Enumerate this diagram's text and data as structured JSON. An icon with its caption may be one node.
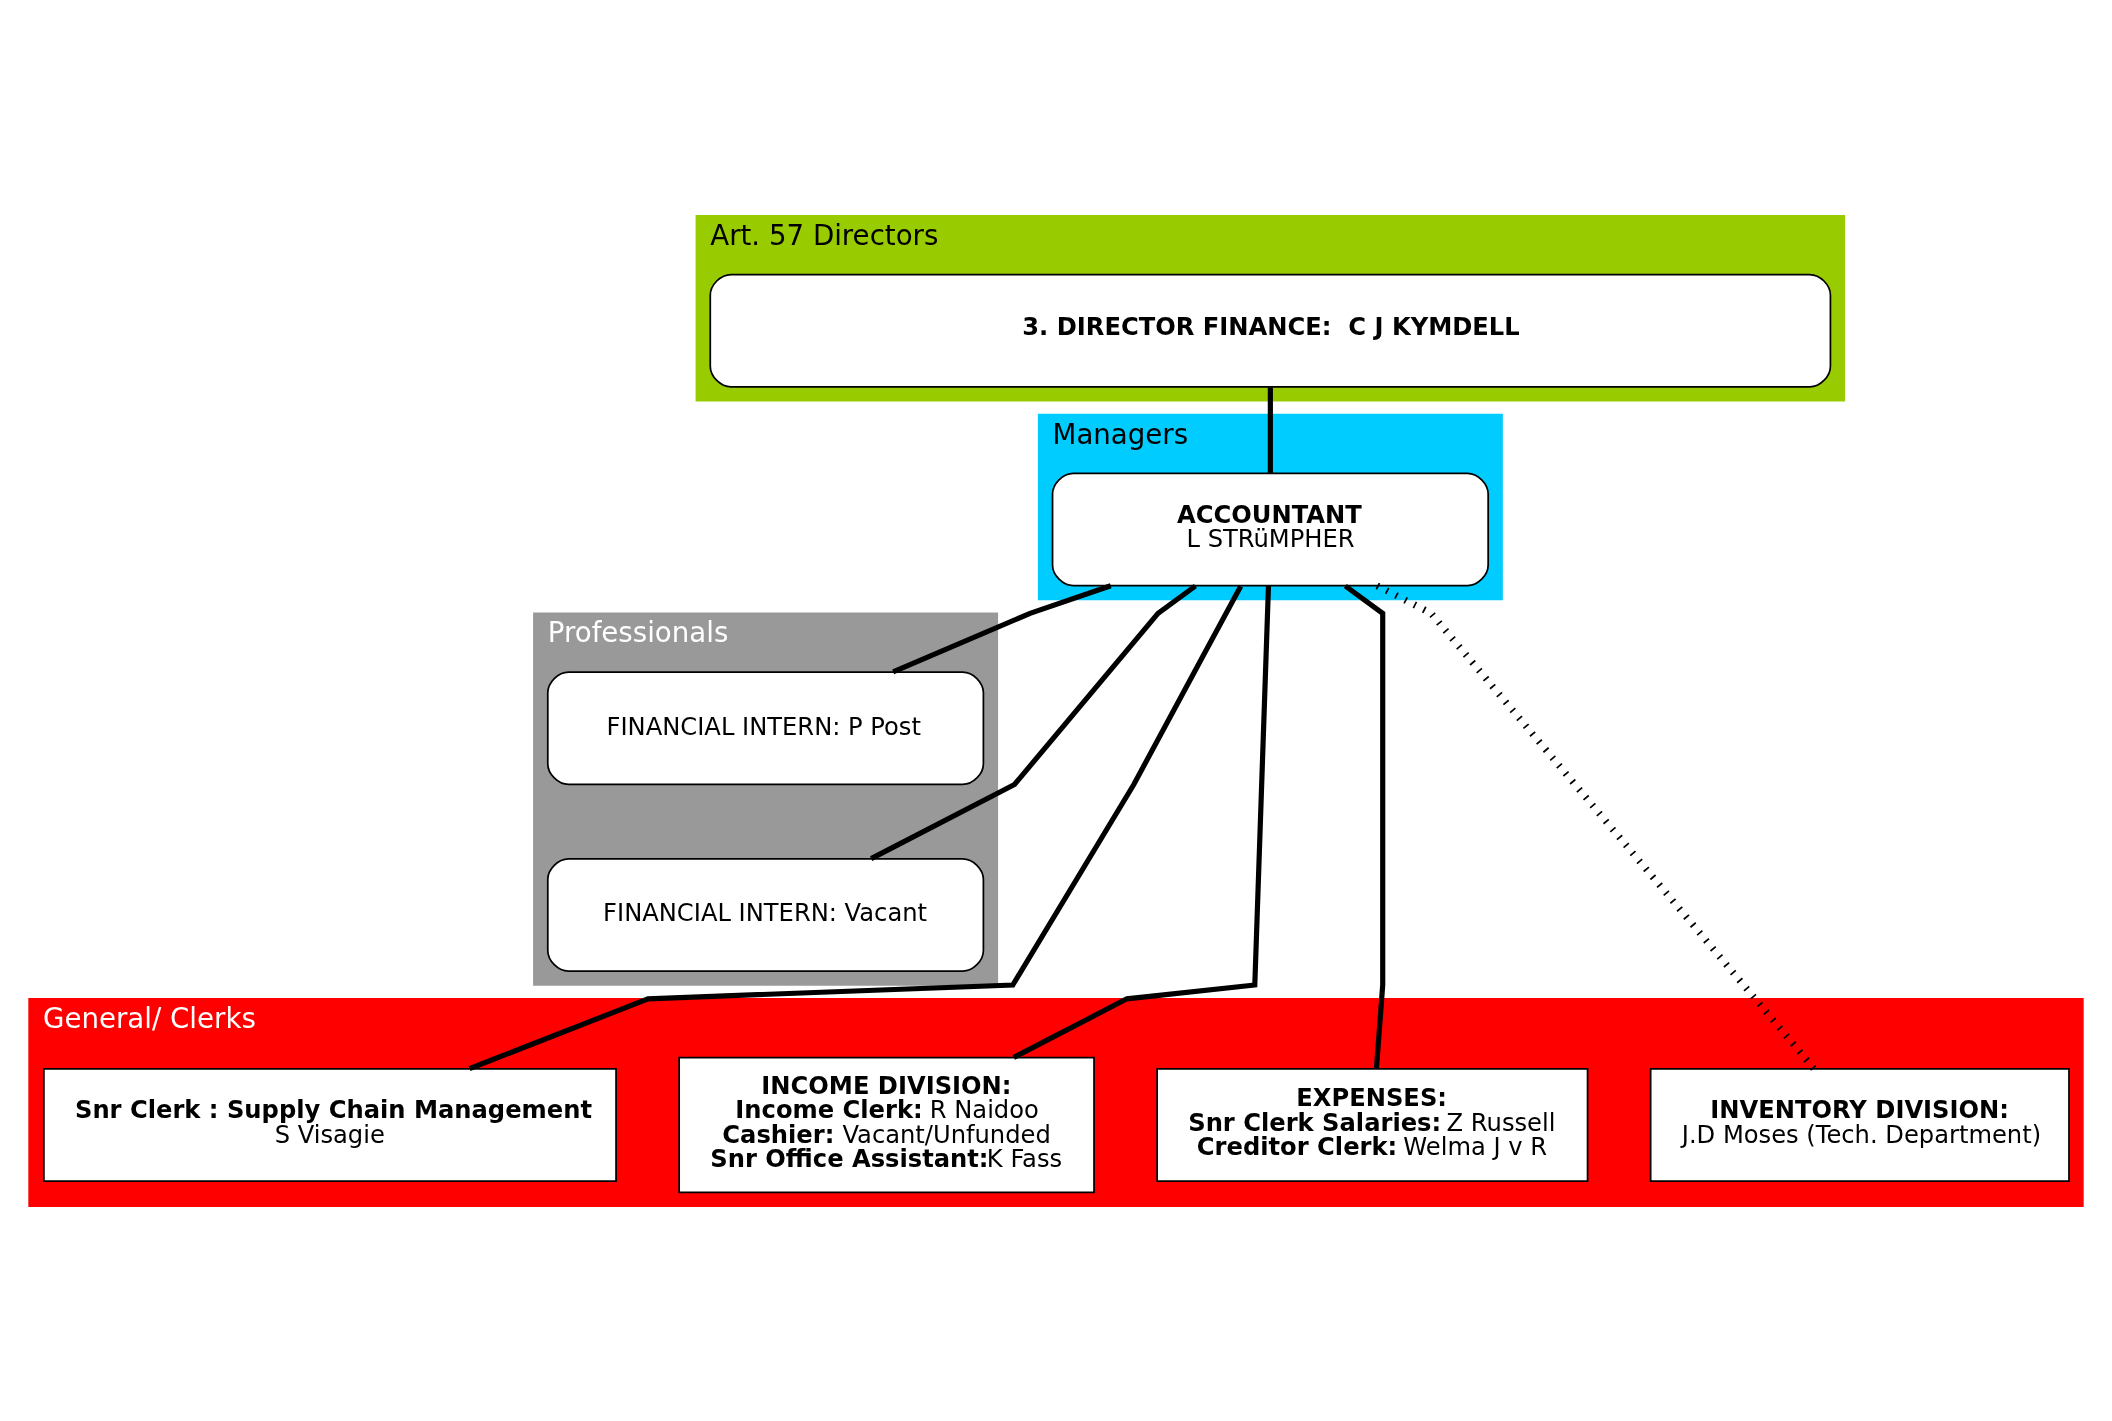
{
  "diagram": {
    "nodes": [
      {
        "text": [
          "Art. 57 Directors"
        ]
      },
      {
        "text": [
          "3. DIRECTOR FINANCE:  C J KYMDELL"
        ],
        "in": 0
      },
      {
        "text": [
          "Managers"
        ]
      },
      {
        "text": [
          "ACCOUNTANT",
          "L STRüMPHER"
        ],
        "in": 2
      },
      {
        "text": [
          "Professionals"
        ]
      },
      {
        "text": [
          "FINANCIAL INTERN: P Post"
        ],
        "in": 4
      },
      {
        "text": [
          "FINANCIAL INTERN: Vacant"
        ],
        "in": 4
      },
      {
        "text": [
          "General/ Clerks"
        ]
      },
      {
        "text": [
          "**Snr Clerk : Supply Chain Management**",
          "S Visagie"
        ],
        "in": 7
      },
      {
        "text": [
          "**INCOME DIVISION:**",
          "**Income Clerk:** R Naidoo",
          "**Cashier:** Vacant/Unfunded",
          "**Snr Office Assistant:**K Fass"
        ],
        "in": 7
      },
      {
        "text": [
          "**EXPENSES:**",
          "**Snr Clerk Salaries:** Z Russell",
          "**Creditor Clerk:** Welma J v R"
        ],
        "in": 7
      },
      {
        "text": [
          "**INVENTORY DIVISION:**",
          "J.D Moses (Tech. Department)"
        ],
        "in": 7
      }
    ],
    "edges": [
      {
        "from": 1,
        "to": 3,
        "arrow": "none"
      },
      {
        "from": 3,
        "to": 5,
        "arrow": "none"
      },
      {
        "from": 3,
        "to": 6,
        "arrow": "none"
      },
      {
        "from": 3,
        "to": 8,
        "arrow": "none"
      },
      {
        "from": 3,
        "to": 9,
        "arrow": "none"
      },
      {
        "from": 3,
        "to": 10,
        "arrow": "none"
      },
      {
        "from": 3,
        "to": 11,
        "arrow": "none",
        "style": "dashed"
      }
    ]
  }
}
